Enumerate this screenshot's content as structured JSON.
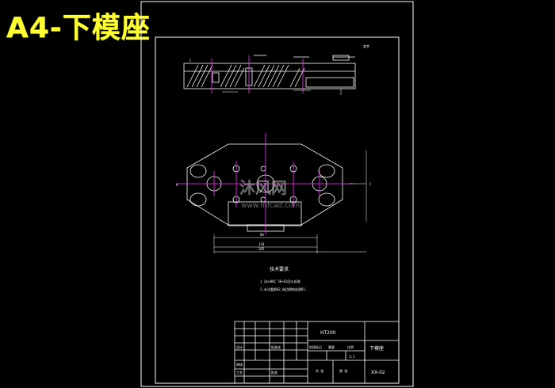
{
  "header": {
    "title": "A4-下模座"
  },
  "drawing": {
    "corner_note": "其余",
    "tech_req_title": "技术要求",
    "tech_req_lines": [
      "1 淬火HRC 58~62回火处理.",
      "2.未注圆角R2,锐边倒钝处理R1."
    ],
    "dim_labels": {
      "top_width": "φ0.02",
      "left": "A",
      "right": "C",
      "bottom1": "96",
      "bottom2": "110",
      "bottom3": "205"
    }
  },
  "title_block": {
    "material": "HT200",
    "part_name": "下模座",
    "drawing_no": "XX-02",
    "scale": "1:1",
    "scale_label": "比例",
    "weight_label": "重量",
    "stage_label": "阶段标记",
    "designer": "设计",
    "checker": "审核",
    "process": "工艺",
    "standard": "标准化",
    "approve": "批准",
    "sheet": "共 张",
    "sheet2": "第 张"
  },
  "watermark": {
    "brand": "沐风网",
    "url": "www.mfcad.com"
  },
  "colors": {
    "title": "#ffff33",
    "lines": "#ffffff",
    "centerline": "#ff33ff",
    "hatch": "#ffffff"
  }
}
